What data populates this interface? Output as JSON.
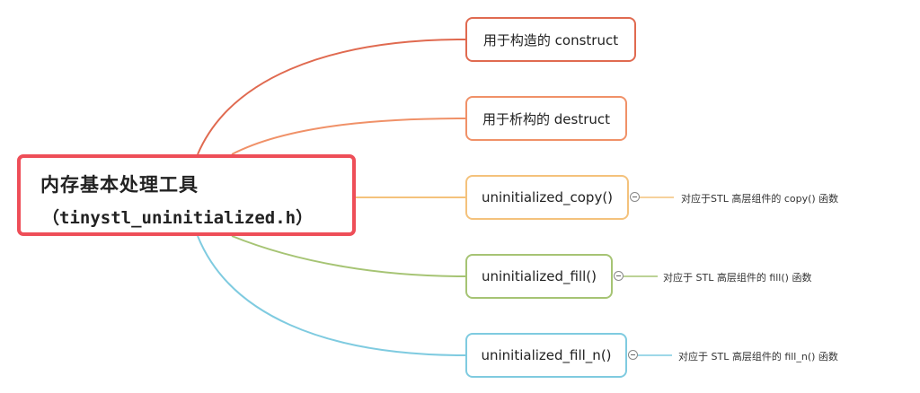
{
  "root": {
    "title": "内存基本处理工具",
    "subtitle": "（tinystl_uninitialized.h）",
    "border_color": "#ee4e58"
  },
  "branches": [
    {
      "label": "用于构造的 construct",
      "color": "#e06a50",
      "note": ""
    },
    {
      "label": "用于析构的 destruct",
      "color": "#f09168",
      "note": ""
    },
    {
      "label": "uninitialized_copy()",
      "color": "#f4c27c",
      "note": "对应于STL 高层组件的 copy() 函数",
      "collapse_icon": "collapse-minus-icon"
    },
    {
      "label": "uninitialized_fill()",
      "color": "#a6c474",
      "note": "对应于 STL 高层组件的 fill() 函数",
      "collapse_icon": "collapse-minus-icon"
    },
    {
      "label": "uninitialized_fill_n()",
      "color": "#7fcbe0",
      "note": "对应于 STL 高层组件的 fill_n() 函数",
      "collapse_icon": "collapse-minus-icon"
    }
  ]
}
